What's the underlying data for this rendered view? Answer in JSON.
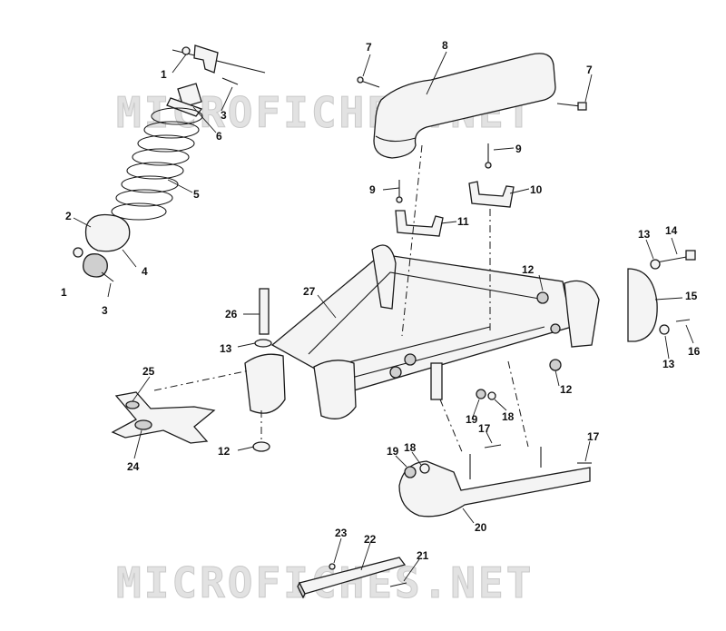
{
  "watermark": {
    "text": "MICROFICHES.NET"
  },
  "callouts": [
    "1",
    "1",
    "2",
    "3",
    "3",
    "4",
    "5",
    "6",
    "7",
    "7",
    "8",
    "9",
    "9",
    "10",
    "11",
    "12",
    "12",
    "12",
    "13",
    "13",
    "13",
    "14",
    "15",
    "16",
    "17",
    "17",
    "18",
    "18",
    "19",
    "19",
    "20",
    "21",
    "22",
    "23",
    "24",
    "25",
    "26",
    "27"
  ]
}
